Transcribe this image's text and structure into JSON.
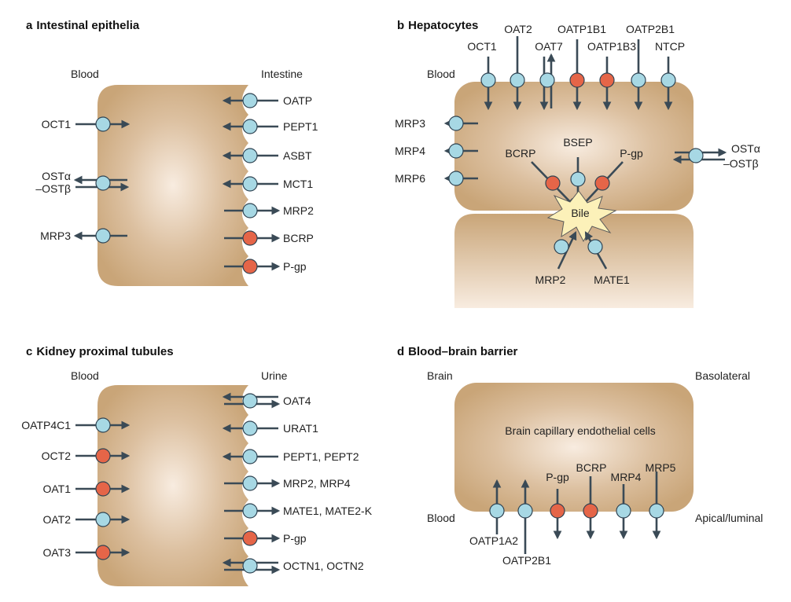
{
  "panels": {
    "a": {
      "letter": "a",
      "title": "Intestinal epithelia",
      "left_label": "Blood",
      "right_label": "Intestine",
      "left_transporters": [
        "OCT1",
        "OSTα",
        "–OSTβ",
        "MRP3"
      ],
      "right_transporters": [
        "OATP",
        "PEPT1",
        "ASBT",
        "MCT1",
        "MRP2",
        "BCRP",
        "P-gp"
      ]
    },
    "b": {
      "letter": "b",
      "title": "Hepatocytes",
      "left_label": "Blood",
      "top_transporters": [
        "OCT1",
        "OAT2",
        "OAT7",
        "OATP1B1",
        "OATP1B3",
        "OATP2B1",
        "NTCP"
      ],
      "left_transporters": [
        "MRP3",
        "MRP4",
        "MRP6"
      ],
      "right_transporters": [
        "OSTα",
        "–OSTβ"
      ],
      "canalicular_transporters": [
        "BCRP",
        "BSEP",
        "P-gp"
      ],
      "bile_label": "Bile",
      "lower_transporters": [
        "MRP2",
        "MATE1"
      ]
    },
    "c": {
      "letter": "c",
      "title": "Kidney proximal tubules",
      "left_label": "Blood",
      "right_label": "Urine",
      "left_transporters": [
        "OATP4C1",
        "OCT2",
        "OAT1",
        "OAT2",
        "OAT3"
      ],
      "right_transporters": [
        "OAT4",
        "URAT1",
        "PEPT1, PEPT2",
        "MRP2, MRP4",
        "MATE1, MATE2-K",
        "P-gp",
        "OCTN1, OCTN2"
      ]
    },
    "d": {
      "letter": "d",
      "title": "Blood–brain barrier",
      "top_left_label": "Brain",
      "top_right_label": "Basolateral",
      "cell_label": "Brain capillary endothelial cells",
      "bottom_left_label": "Blood",
      "bottom_right_label": "Apical/luminal",
      "above_transporters": [
        "P-gp",
        "BCRP",
        "MRP4",
        "MRP5"
      ],
      "below_transporters": [
        "OATP1A2",
        "OATP2B1"
      ]
    }
  },
  "colors": {
    "cell": "#c9a578",
    "cell_center": "#f8ece0",
    "uptake_blue": "#a7d8e4",
    "efflux_red": "#e56548",
    "arrow": "#3a4a56",
    "bile": "#fcf1b9"
  }
}
